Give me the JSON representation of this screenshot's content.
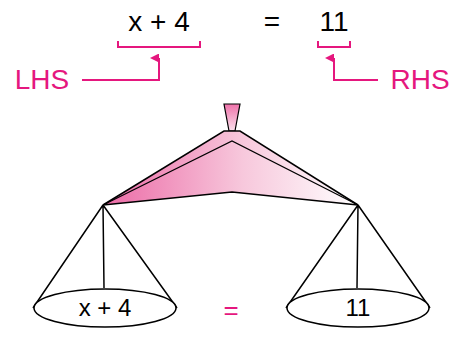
{
  "diagram": {
    "nodes": [
      {
        "text": [
          "x + 4"
        ]
      },
      {
        "text": [
          "11"
        ]
      }
    ],
    "labels": [
      "x + 4",
      "=",
      "11",
      "LHS",
      "RHS",
      "="
    ]
  }
}
